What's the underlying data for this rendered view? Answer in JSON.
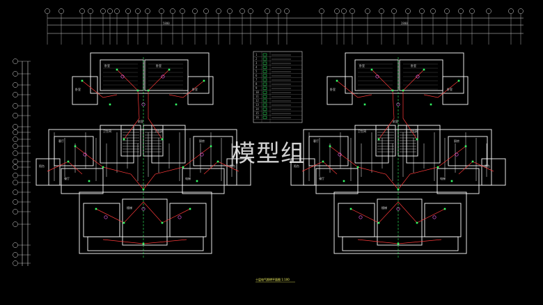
{
  "colors": {
    "background": "#000000",
    "wall": "#ffffff",
    "wiring": "#ff3a3a",
    "device": "#33ff66",
    "fixture": "#ff66ff",
    "dimension": "#dddddd",
    "caption": "#ffff66"
  },
  "watermark": "模型组",
  "dimension_totals": {
    "left": "5800",
    "right": "2800"
  },
  "legend_rows": [
    "1",
    "2",
    "3",
    "4",
    "5",
    "6",
    "7",
    "8",
    "9",
    "10",
    "11",
    "12",
    "13",
    "14",
    "15",
    "16"
  ],
  "room_labels": [
    "卧室",
    "卧室",
    "卧室",
    "卧室",
    "客厅",
    "厨房",
    "卫生间",
    "卫生间",
    "阳台",
    "阳台",
    "餐厅",
    "电梯",
    "楼梯",
    "前室"
  ],
  "caption": "十层电气照明平面图  1:100"
}
